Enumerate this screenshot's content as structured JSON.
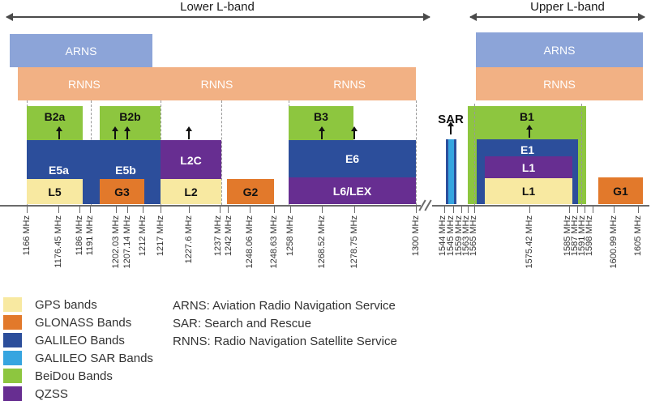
{
  "titles": {
    "lower": "Lower L-band",
    "upper": "Upper L-band"
  },
  "colors": {
    "arns": "#8CA4D8",
    "rnns": "#F2B184",
    "gps": "#F8E9A1",
    "glonass": "#E2792B",
    "galileo": "#2C4E9B",
    "galileo_sar": "#36A5E0",
    "galileo_sar_edge": "#2C4E9B",
    "beidou": "#8DC63F",
    "qzss": "#672E91"
  },
  "service_bars": {
    "lower_arns": "ARNS",
    "lower_rnns": [
      "RNNS",
      "RNNS",
      "RNNS"
    ],
    "upper_arns": "ARNS",
    "upper_rnns": "RNNS"
  },
  "bands": {
    "b2a": {
      "label": "B2a",
      "system": "BeiDou"
    },
    "b2b": {
      "label": "B2b",
      "system": "BeiDou"
    },
    "b3": {
      "label": "B3",
      "system": "BeiDou"
    },
    "b1": {
      "label": "B1",
      "system": "BeiDou"
    },
    "e5a": {
      "label": "E5a",
      "system": "GALILEO"
    },
    "e5b": {
      "label": "E5b",
      "system": "GALILEO"
    },
    "e6": {
      "label": "E6",
      "system": "GALILEO"
    },
    "e1": {
      "label": "E1",
      "system": "GALILEO"
    },
    "l5": {
      "label": "L5",
      "system": "GPS"
    },
    "l2c": {
      "label": "L2C",
      "system": "QZSS"
    },
    "l2": {
      "label": "L2",
      "system": "GPS"
    },
    "l6lex": {
      "label": "L6/LEX",
      "system": "QZSS"
    },
    "l1_qzss": {
      "label": "L1",
      "system": "QZSS"
    },
    "l1_gps": {
      "label": "L1",
      "system": "GPS"
    },
    "g3": {
      "label": "G3",
      "system": "GLONASS"
    },
    "g2": {
      "label": "G2",
      "system": "GLONASS"
    },
    "g1": {
      "label": "G1",
      "system": "GLONASS"
    },
    "sar": {
      "label": "SAR",
      "system": "GALILEO SAR"
    }
  },
  "axis": {
    "unit": "MHz",
    "freq_labels": [
      "1166 MHz",
      "1176.45 MHz",
      "1186 MHz",
      "1191 MHz",
      "1202.03 MHz",
      "1207.14 MHz",
      "1212 MHz",
      "1217 MHz",
      "1227.6 MHz",
      "1237 MHz",
      "1242 MHz",
      "1248.06 MHz",
      "1248.63 MHz",
      "1258 MHz",
      "1268.52 MHz",
      "1278.75 MHz",
      "1300 MHz",
      "1544 MHz",
      "1545 MHz",
      "1559 MHz",
      "1563 MHz",
      "1565 MHz",
      "1575.42 MHz",
      "1585 MHz",
      "1587 MHz",
      "1591 MHz",
      "1598 MHz",
      "1600.99 MHz",
      "1605 MHz"
    ]
  },
  "legend": {
    "items": [
      {
        "label": "GPS bands",
        "color_key": "gps"
      },
      {
        "label": "GLONASS Bands",
        "color_key": "glonass"
      },
      {
        "label": "GALILEO Bands",
        "color_key": "galileo"
      },
      {
        "label": "GALILEO SAR Bands",
        "color_key": "galileo_sar"
      },
      {
        "label": "BeiDou Bands",
        "color_key": "beidou"
      },
      {
        "label": "QZSS",
        "color_key": "qzss"
      }
    ],
    "abbreviations": [
      "ARNS: Aviation Radio Navigation Service",
      "SAR: Search and Rescue",
      "RNNS: Radio Navigation Satellite Service"
    ]
  }
}
